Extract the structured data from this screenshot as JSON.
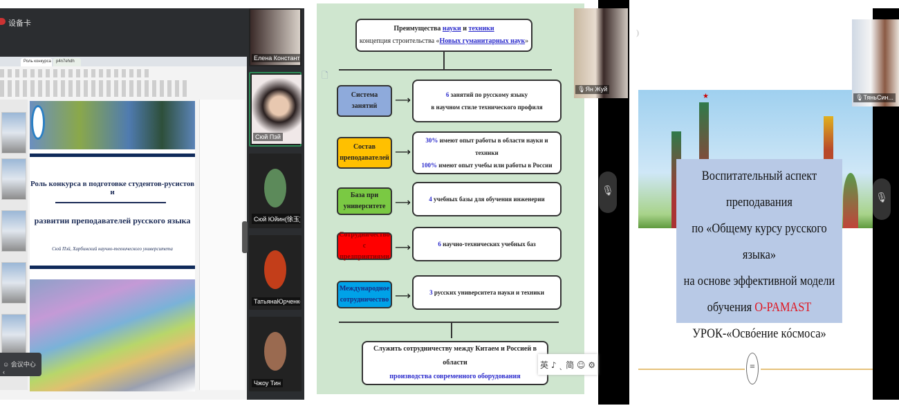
{
  "panel1": {
    "app_label": "设备卡",
    "browser_tabs": [
      "Роль конкурса в подготовке...",
      "p4n7ehdh"
    ],
    "slide": {
      "title_line1": "Роль конкурса в подготовке студентов-русистов и",
      "title_line2": "развитии преподавателей русского языка",
      "author": "Сюй Пэй, Харбинский научно-технического университета"
    },
    "participants": [
      "Елена Константинова",
      "Сюй Пэй",
      "Сюй Юйин(徐玉)",
      "ТатьянаЮрченко",
      "Чжоу Тин"
    ],
    "floating_bar_label": "会议中心"
  },
  "panel2": {
    "header_line1_prefix": "Преимущества ",
    "header_line1_a": "науки",
    "header_line1_mid": " и ",
    "header_line1_b": "техники",
    "header_line2_prefix": "концепция строительства «",
    "header_line2_link": "Новых гуманитарных наук",
    "header_line2_suffix": "»",
    "rows": [
      {
        "label_line1": "Система",
        "label_line2": "занятий",
        "color": "#8eaadb",
        "text_color": "#222",
        "num1": "6",
        "text1": " занятий по русскому языку",
        "num2": "",
        "text2": "в научном стиле технического профиля"
      },
      {
        "label_line1": "Состав",
        "label_line2": "преподавателей",
        "color": "#ffc000",
        "text_color": "#222",
        "num1": "30%",
        "text1": " имеют опыт работы в области науки и техники",
        "num2": "100%",
        "text2": " имеют опыт учебы или работы в России"
      },
      {
        "label_line1": "База при",
        "label_line2": "университете",
        "color": "#7ac943",
        "text_color": "#222",
        "num1": "4",
        "text1": " учебных базы для обучения инженерии",
        "num2": "",
        "text2": ""
      },
      {
        "label_line1": "Сотрудничество с",
        "label_line2": "предприятиями",
        "color": "#ff0000",
        "text_color": "#8b0000",
        "num1": "6",
        "text1": " научно-технических учебных баз",
        "num2": "",
        "text2": ""
      },
      {
        "label_line1": "Международное",
        "label_line2": "сотрудничество",
        "color": "#00a2e8",
        "text_color": "#1a2a80",
        "num1": "3",
        "text1": " русских университета науки и техники",
        "num2": "",
        "text2": ""
      }
    ],
    "footer_line1": "Служить сотрудничеству между Китаем и Россией в области",
    "footer_line2": "производства современного оборудования",
    "participant": "Ян Жуй",
    "ime_toolbar": "英 ♪ ˎ 简 ☺ ⚙"
  },
  "panel3": {
    "title_lines": [
      "Воспитательный аспект преподавания",
      "по «Общему курсу русского языка»",
      "на основе эффективной модели"
    ],
    "line4_prefix": "обучения ",
    "line4_accent": "O-PAMAST",
    "line5": "УРОК-«Освóение кóсмоса»",
    "participant": "ТяньСин...",
    "accent_color": "#e0141e"
  }
}
